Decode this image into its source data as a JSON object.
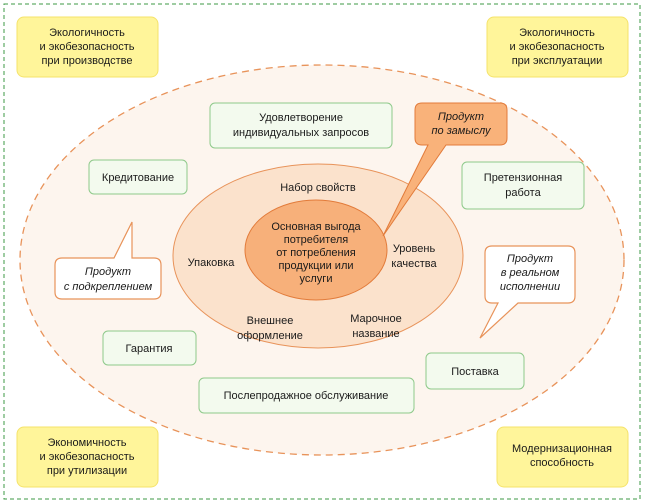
{
  "colors": {
    "frame": "#3c9a45",
    "outer_ring_stroke": "#e8935a",
    "outer_ring_fill": "#fdf5ee",
    "middle_ring_fill": "#fbe2cc",
    "core_fill": "#f7b07a",
    "core_stroke": "#e27b3a",
    "yellow_box": "#fff59a",
    "yellow_box_stroke": "#f5e36a",
    "green_box_fill": "#f3faee",
    "green_box_stroke": "#8ec98a",
    "callout_outline_stroke": "#e8935a",
    "callout_filled": "#f9b27a",
    "callout_filled_stroke": "#e27b3a",
    "text": "#1a1a1a"
  },
  "corners": {
    "top_left": [
      "Экологичность",
      "и экобезопасность",
      "при производстве"
    ],
    "top_right": [
      "Экологичность",
      "и экобезопасность",
      "при эксплуатации"
    ],
    "bottom_left": [
      "Экономичность",
      "и экобезопасность",
      "при утилизации"
    ],
    "bottom_right": [
      "Модернизационная",
      "способность"
    ]
  },
  "augmented": {
    "satisfaction": [
      "Удовлетворение",
      "индивидуальных запросов"
    ],
    "crediting": [
      "Кредитование"
    ],
    "claims": [
      "Претензионная",
      "работа"
    ],
    "warranty": [
      "Гарантия"
    ],
    "delivery": [
      "Поставка"
    ],
    "aftersales": [
      "Послепродажное обслуживание"
    ]
  },
  "actual": {
    "properties": "Набор свойств",
    "packaging": "Упаковка",
    "quality": [
      "Уровень",
      "качества"
    ],
    "appearance": [
      "Внешнее",
      "оформление"
    ],
    "brand": [
      "Марочное",
      "название"
    ]
  },
  "core": [
    "Основная выгода",
    "потребителя",
    "от потребления",
    "продукции или",
    "услуги"
  ],
  "callouts": {
    "by_design": [
      "Продукт",
      "по замыслу"
    ],
    "reinforced": [
      "Продукт",
      "с подкреплением"
    ],
    "actual": [
      "Продукт",
      "в реальном",
      "исполнении"
    ]
  }
}
